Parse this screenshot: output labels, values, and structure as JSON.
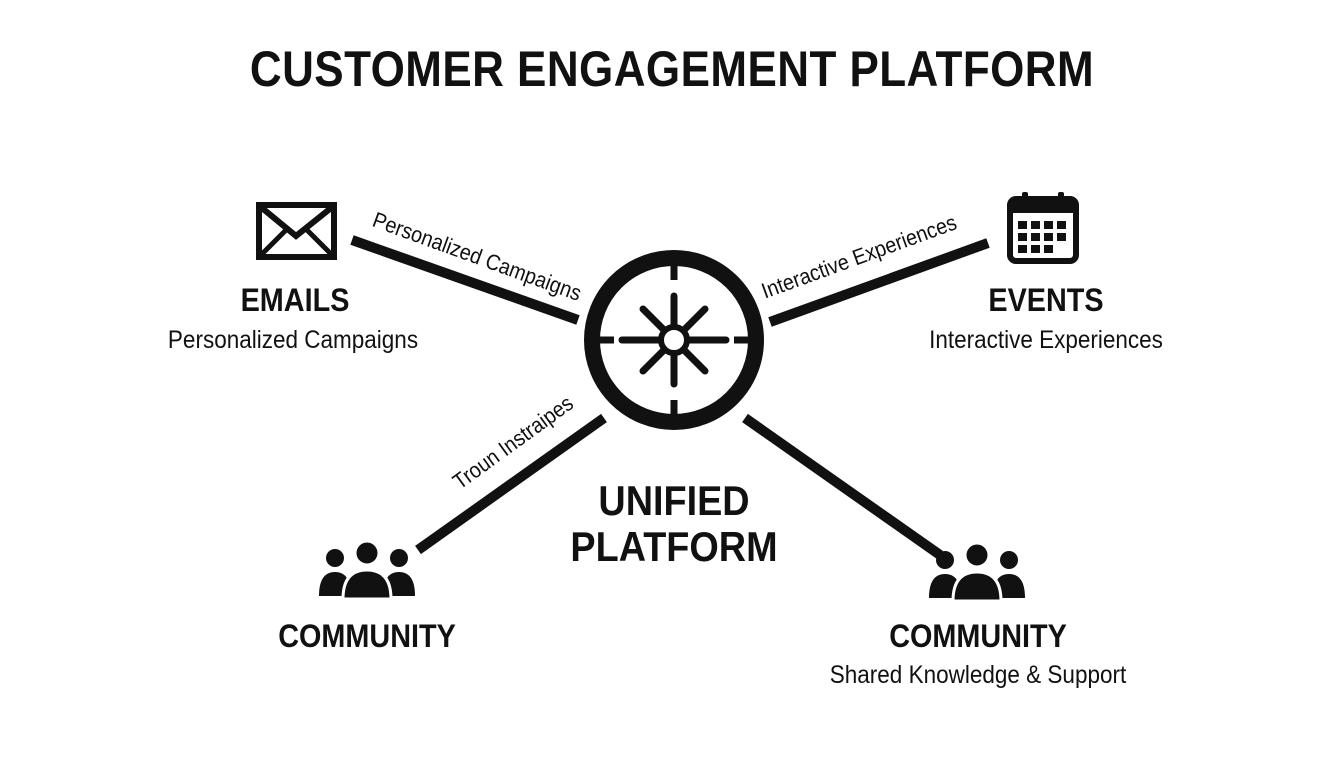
{
  "title": "CUSTOMER ENGAGEMENT PLATFORM",
  "hub": {
    "line1": "UNIFIED",
    "line2": "PLATFORM",
    "icon": "wheel-hub-icon"
  },
  "nodes": {
    "emails": {
      "title": "EMAILS",
      "subtitle": "Personalized Campaigns",
      "icon": "envelope-icon"
    },
    "events": {
      "title": "EVENTS",
      "subtitle": "Interactive Experiences",
      "icon": "calendar-icon"
    },
    "community_left": {
      "title": "COMMUNITY",
      "icon": "people-icon"
    },
    "community_right": {
      "title": "COMMUNITY",
      "subtitle": "Shared Knowledge & Support",
      "icon": "people-icon"
    }
  },
  "edges": {
    "emails": "Personalized Campaigns",
    "events": "Interactive Experiences",
    "community_left": "Troun Instraipes"
  },
  "colors": {
    "ink": "#111111",
    "background": "#ffffff"
  }
}
